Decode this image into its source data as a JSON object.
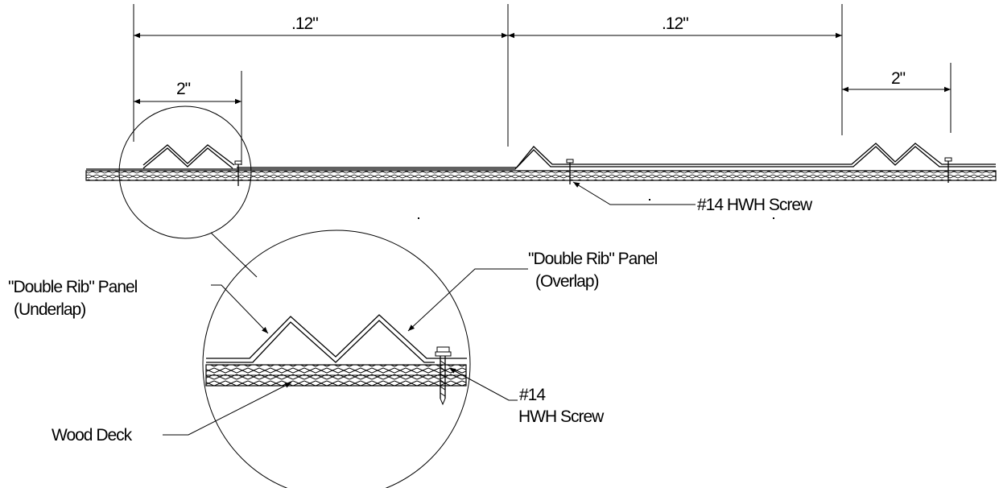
{
  "dimensions": {
    "span_left": ".12\"",
    "span_right": ".12\"",
    "offset_left": "2\"",
    "offset_right": "2\""
  },
  "callouts": {
    "screw_top": "#14 HWH Screw",
    "panel_underlap_line1": "\"Double Rib\" Panel",
    "panel_underlap_line2": "(Underlap)",
    "panel_overlap_line1": "\"Double Rib\" Panel",
    "panel_overlap_line2": "(Overlap)",
    "screw_detail_line1": "#14",
    "screw_detail_line2": "HWH Screw",
    "wood_deck": "Wood Deck"
  }
}
